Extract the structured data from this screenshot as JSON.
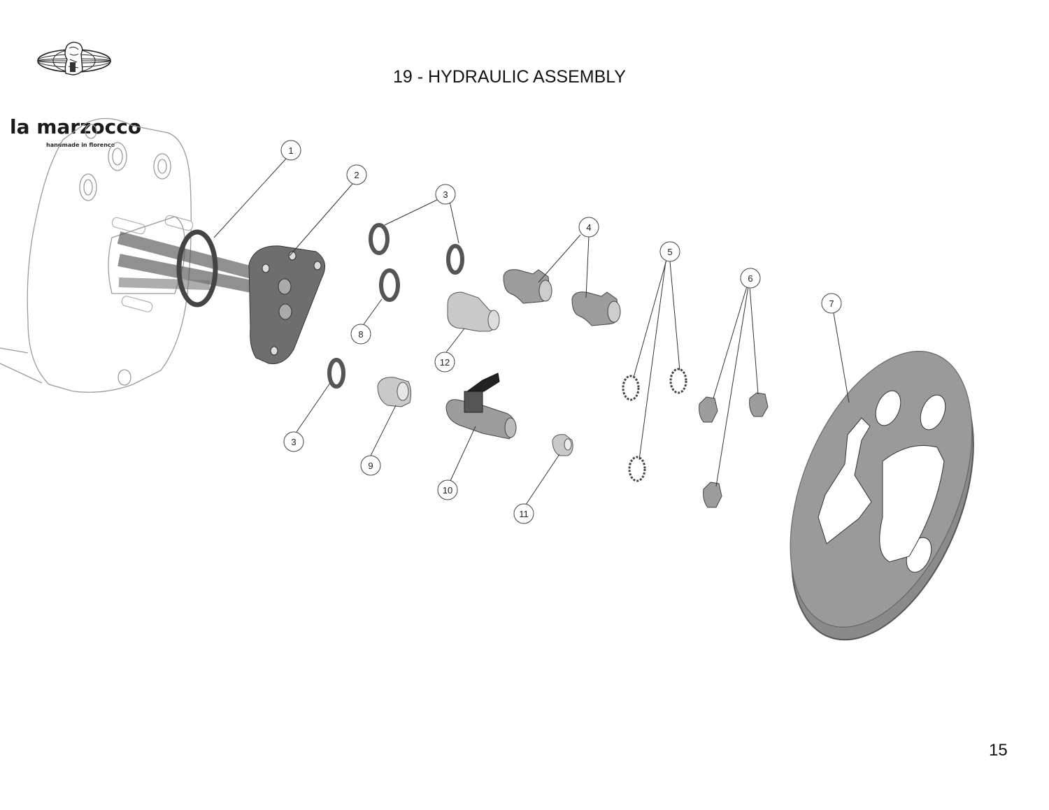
{
  "brand": {
    "name": "la marzocco",
    "tagline": "handmade in florence"
  },
  "page": {
    "title": "19 - HYDRAULIC ASSEMBLY",
    "number": "15"
  },
  "callouts": [
    {
      "id": "c1",
      "label": "1"
    },
    {
      "id": "c2",
      "label": "2"
    },
    {
      "id": "c3a",
      "label": "3"
    },
    {
      "id": "c4",
      "label": "4"
    },
    {
      "id": "c5",
      "label": "5"
    },
    {
      "id": "c6",
      "label": "6"
    },
    {
      "id": "c7",
      "label": "7"
    },
    {
      "id": "c8",
      "label": "8"
    },
    {
      "id": "c3b",
      "label": "3"
    },
    {
      "id": "c12",
      "label": "12"
    },
    {
      "id": "c9",
      "label": "9"
    },
    {
      "id": "c10",
      "label": "10"
    },
    {
      "id": "c11",
      "label": "11"
    }
  ],
  "colors": {
    "line_art": "#9a9a9a",
    "part_shading": "#8a8a8a",
    "text": "#111111"
  }
}
